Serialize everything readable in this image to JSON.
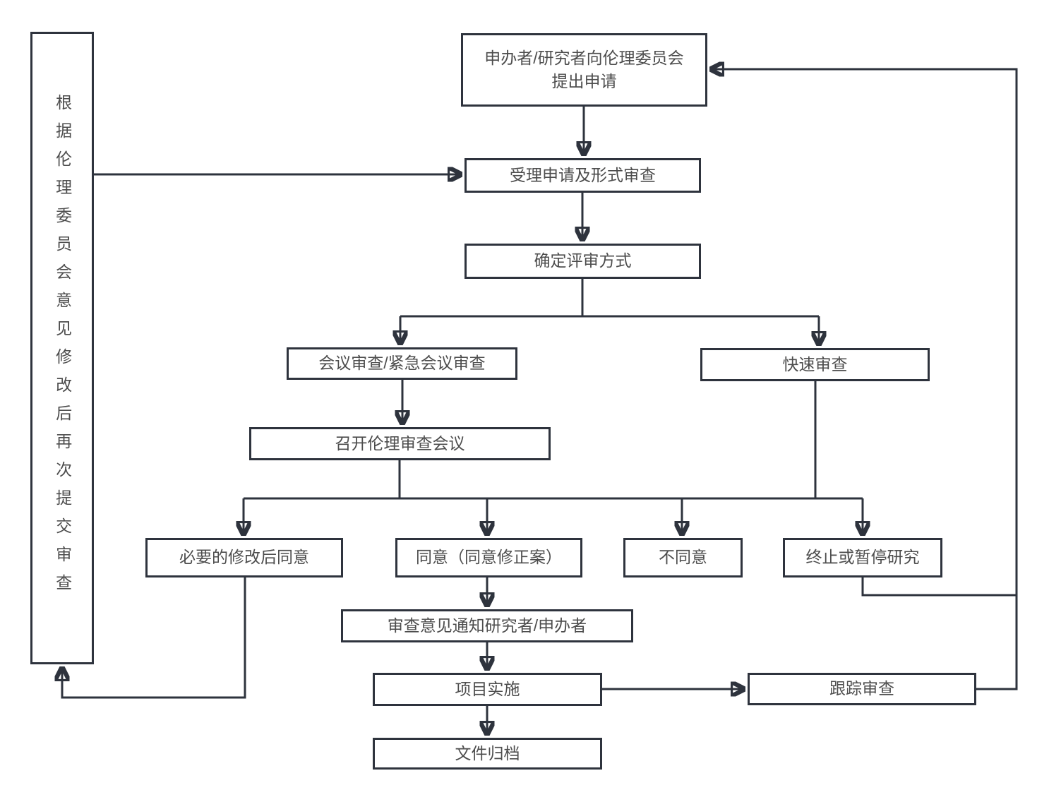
{
  "diagram": {
    "type": "flowchart",
    "nodes": {
      "application": {
        "label": "申办者/研究者向伦理委员会提出申请"
      },
      "resubmit": {
        "label": "根据伦理委员会意见修改后再次提交审查"
      },
      "acceptance": {
        "label": "受理申请及形式审查"
      },
      "review_method": {
        "label": "确定评审方式"
      },
      "meeting_review": {
        "label": "会议审查/紧急会议审查"
      },
      "expedited_review": {
        "label": "快速审查"
      },
      "convene_meeting": {
        "label": "召开伦理审查会议"
      },
      "approve_after_modification": {
        "label": "必要的修改后同意"
      },
      "approve": {
        "label": "同意（同意修正案）"
      },
      "disapprove": {
        "label": "不同意"
      },
      "terminate": {
        "label": "终止或暂停研究"
      },
      "notify": {
        "label": "审查意见通知研究者/申办者"
      },
      "implementation": {
        "label": "项目实施"
      },
      "follow_up_review": {
        "label": "跟踪审查"
      },
      "archive": {
        "label": "文件归档"
      }
    },
    "edges": [
      {
        "from": "application",
        "to": "acceptance"
      },
      {
        "from": "resubmit",
        "to": "acceptance"
      },
      {
        "from": "acceptance",
        "to": "review_method"
      },
      {
        "from": "review_method",
        "to": "meeting_review"
      },
      {
        "from": "review_method",
        "to": "expedited_review"
      },
      {
        "from": "meeting_review",
        "to": "convene_meeting"
      },
      {
        "from": "convene_meeting",
        "to": "approve_after_modification"
      },
      {
        "from": "convene_meeting",
        "to": "approve"
      },
      {
        "from": "convene_meeting",
        "to": "disapprove"
      },
      {
        "from": "convene_meeting",
        "to": "terminate"
      },
      {
        "from": "expedited_review",
        "to": "approve_after_modification"
      },
      {
        "from": "expedited_review",
        "to": "approve"
      },
      {
        "from": "expedited_review",
        "to": "disapprove"
      },
      {
        "from": "expedited_review",
        "to": "terminate"
      },
      {
        "from": "approve_after_modification",
        "to": "resubmit"
      },
      {
        "from": "approve",
        "to": "notify"
      },
      {
        "from": "notify",
        "to": "implementation"
      },
      {
        "from": "implementation",
        "to": "follow_up_review"
      },
      {
        "from": "implementation",
        "to": "archive"
      },
      {
        "from": "follow_up_review",
        "to": "application"
      },
      {
        "from": "terminate",
        "to": "application"
      }
    ],
    "colors": {
      "line": "#2e333d",
      "border": "#2e333d",
      "text": "#4d4d4d",
      "background": "#ffffff"
    }
  }
}
